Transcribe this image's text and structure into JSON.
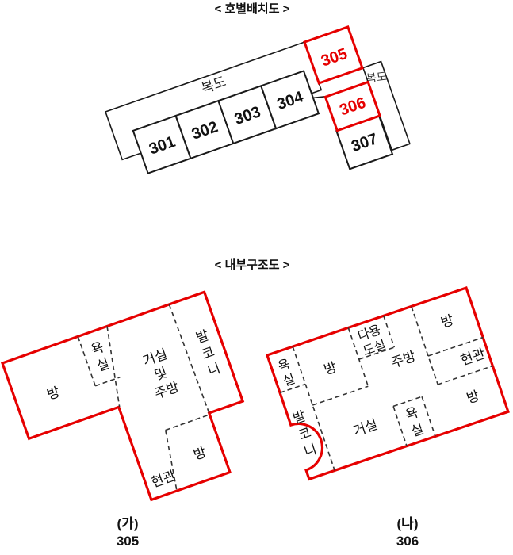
{
  "titles": {
    "unit_layout": "< 호별배치도 >",
    "internal_structure": "< 내부구조도 >"
  },
  "colors": {
    "highlight_red": "#e60000",
    "line_black": "#1a1a1a"
  },
  "unit_layout": {
    "main_corridor": "복도",
    "side_corridor": "복도",
    "rooms": [
      {
        "number": "301",
        "highlighted": false
      },
      {
        "number": "302",
        "highlighted": false
      },
      {
        "number": "303",
        "highlighted": false
      },
      {
        "number": "304",
        "highlighted": false
      },
      {
        "number": "305",
        "highlighted": true
      },
      {
        "number": "306",
        "highlighted": true
      },
      {
        "number": "307",
        "highlighted": false
      }
    ]
  },
  "plans": [
    {
      "caption": "(가)",
      "number": "305",
      "rooms": {
        "room_left": "방",
        "bath": [
          "욕",
          "실"
        ],
        "living_kitchen": [
          "거실",
          "및",
          "주방"
        ],
        "balcony": [
          "발",
          "코",
          "니"
        ],
        "room_small": "방",
        "entrance": "현관"
      }
    },
    {
      "caption": "(나)",
      "number": "306",
      "rooms": {
        "bath_top": [
          "욕",
          "실"
        ],
        "room_left": "방",
        "utility": [
          "다용",
          "도실"
        ],
        "kitchen": "주방",
        "room_top_right": "방",
        "entrance": "현관",
        "room_bottom_right": "방",
        "bath_bottom": [
          "욕",
          "실"
        ],
        "living": "거실",
        "balcony": [
          "발",
          "코",
          "니"
        ]
      }
    }
  ]
}
